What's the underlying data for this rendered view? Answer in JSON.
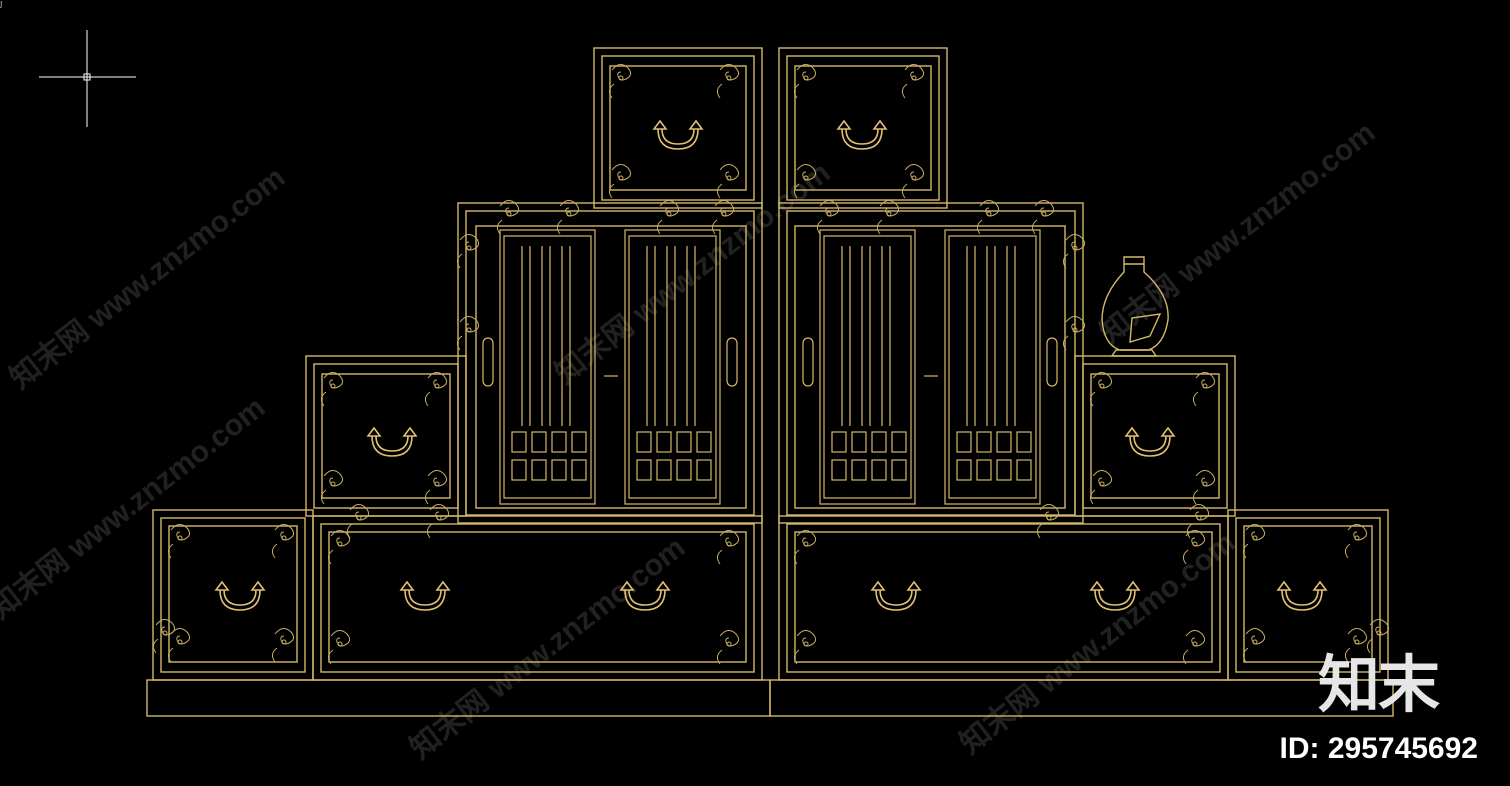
{
  "canvas": {
    "background": "#000000",
    "line_color": "#d4b86a",
    "accent_line": "#e0c070"
  },
  "corner_tab": "ȷ",
  "watermark": {
    "text": "知末网 www.znzmo.com"
  },
  "brand": {
    "logo_text": "知末",
    "id_label": "ID: 295745692"
  },
  "icons": {
    "crosshair": "cad-crosshair-cursor-icon",
    "vase": "vase-decor-icon",
    "handle": "drawer-pull-handle-icon",
    "corner": "cloud-scroll-corner-ornament-icon"
  }
}
